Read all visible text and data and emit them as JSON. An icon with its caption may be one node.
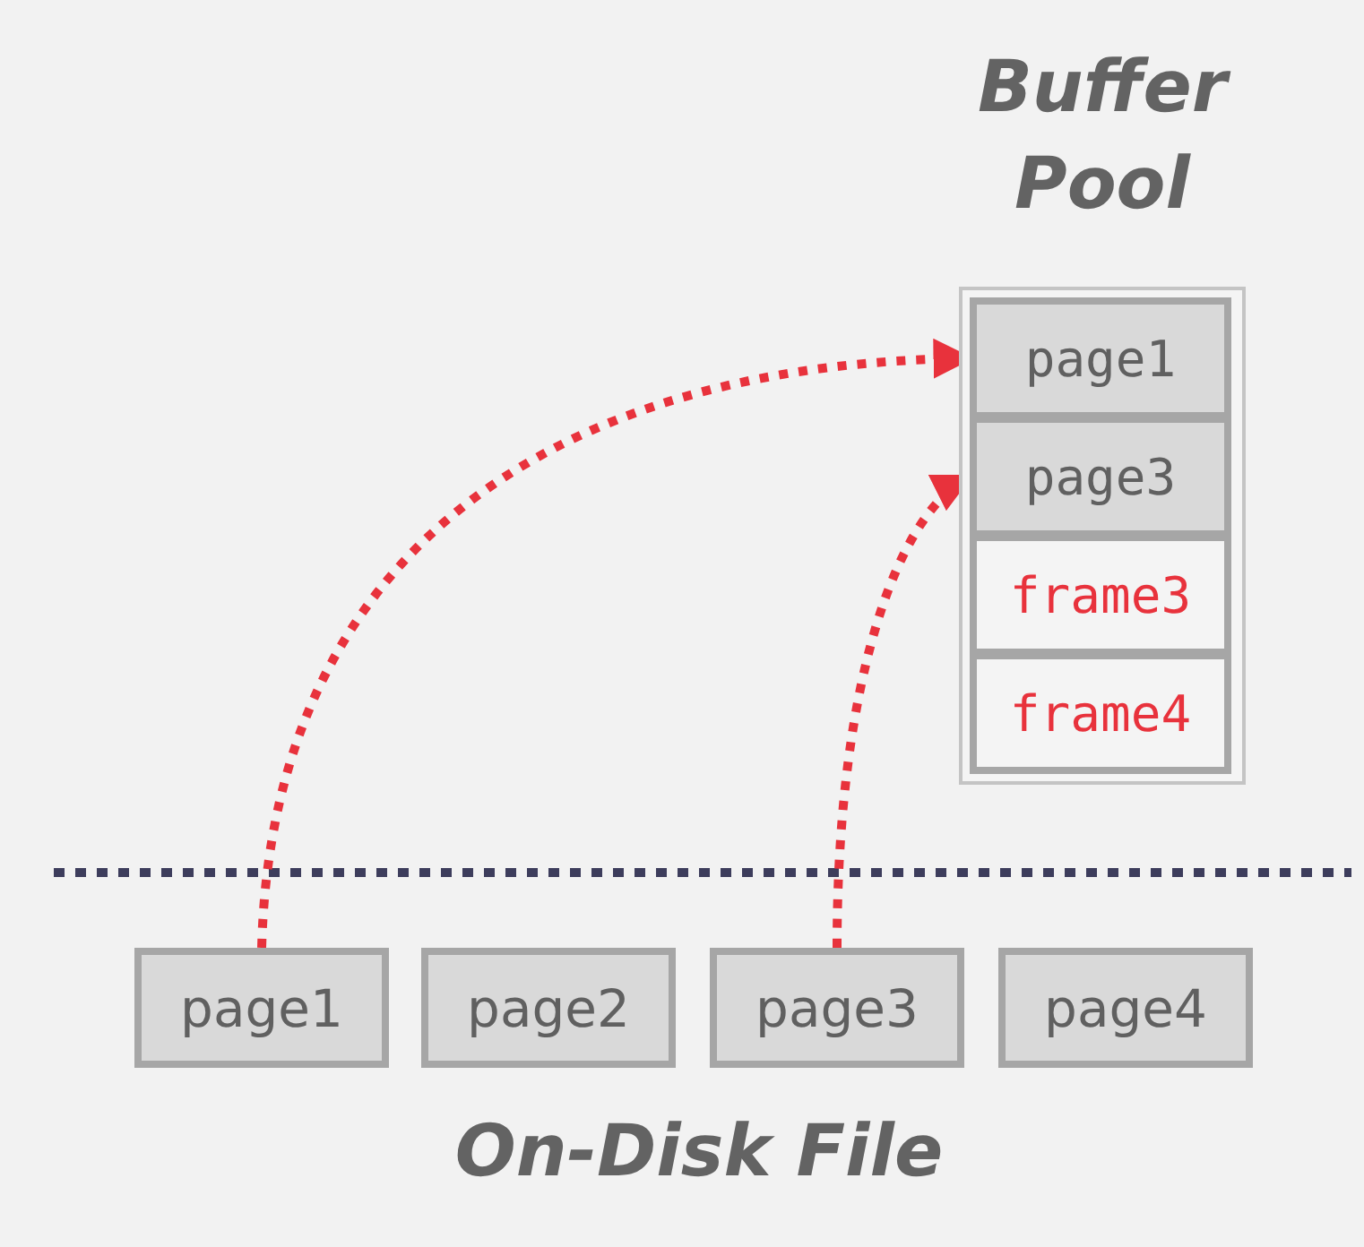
{
  "diagram": {
    "nodes": [
      {
        "text": [
          "Buffer Pool"
        ]
      },
      {
        "text": [
          "page1"
        ],
        "in": 0
      },
      {
        "text": [
          "page3"
        ],
        "in": 0
      },
      {
        "text": [
          "frame3"
        ],
        "in": 0
      },
      {
        "text": [
          "frame4"
        ],
        "in": 0
      },
      {
        "text": [
          "page1"
        ]
      },
      {
        "text": [
          "page2"
        ]
      },
      {
        "text": [
          "page3"
        ]
      },
      {
        "text": [
          "page4"
        ]
      }
    ],
    "edges": [
      {
        "from": 5,
        "to": 1,
        "arrow": "to"
      },
      {
        "from": 7,
        "to": 2,
        "arrow": "to"
      }
    ],
    "labels": [
      "On-Disk File"
    ]
  }
}
